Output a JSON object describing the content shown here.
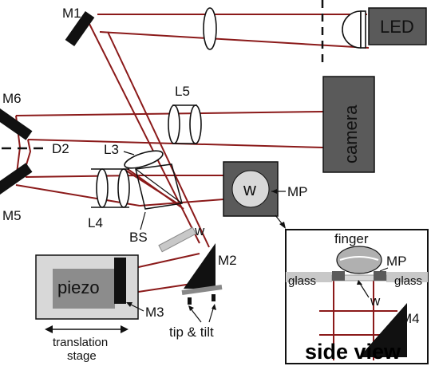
{
  "labels": {
    "m1": "M1",
    "m2": "M2",
    "m3": "M3",
    "m4": "M4",
    "m5": "M5",
    "m6": "M6",
    "led": "LED",
    "camera": "camera",
    "l3": "L3",
    "l4": "L4",
    "l5": "L5",
    "d2": "D2",
    "bs": "BS",
    "w_main": "w",
    "w_disk": "w",
    "w_side": "w",
    "mp_main": "MP",
    "mp_side": "MP",
    "piezo": "piezo",
    "translation_line1": "translation",
    "translation_line2": "stage",
    "tip_tilt": "tip & tilt",
    "finger": "finger",
    "glass_left": "glass",
    "glass_right": "glass",
    "side_view": "side view"
  },
  "colors": {
    "beam": "#8b1a1a",
    "dark_gray": "#5a5a5a",
    "mid_gray": "#8c8c8c",
    "light_gray": "#c8c8c8",
    "black": "#111111"
  }
}
